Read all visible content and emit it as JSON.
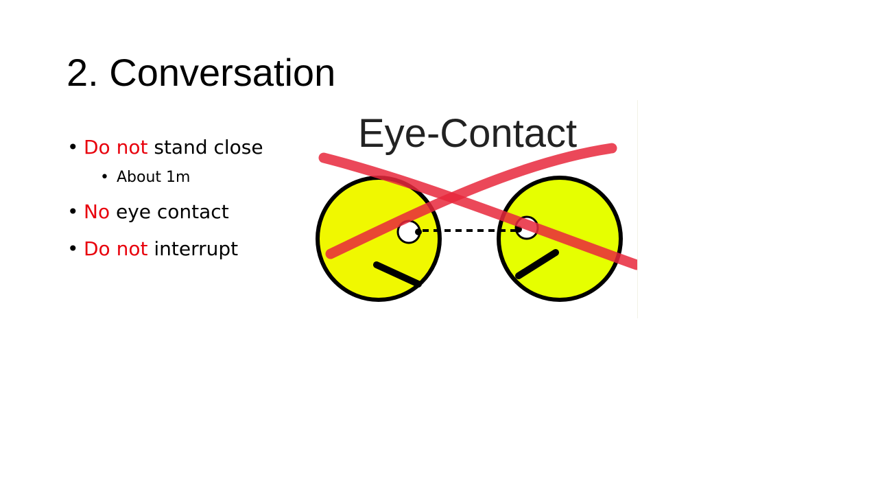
{
  "slide": {
    "title": "2. Conversation",
    "bullets": [
      {
        "level": 1,
        "highlight": "Do not",
        "rest": " stand close"
      },
      {
        "level": 2,
        "highlight": "",
        "rest": "About 1m"
      },
      {
        "level": 1,
        "highlight": "No",
        "rest": " eye contact"
      },
      {
        "level": 1,
        "highlight": "Do not",
        "rest": " interrupt"
      }
    ],
    "bullet_glyph": "•",
    "highlight_color": "#e8000c"
  },
  "picture": {
    "caption": "Eye-Contact",
    "face_color": "#f0f800",
    "cross_color": "#e8283c"
  }
}
